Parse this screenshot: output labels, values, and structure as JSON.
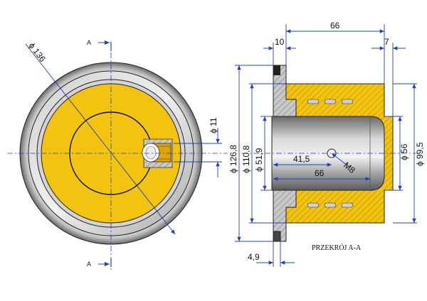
{
  "section_marker": "A",
  "section_caption": "PRZEKRÓJ A-A",
  "front_view": {
    "diameter_label": "ϕ 136",
    "hole_label": "ϕ 11"
  },
  "section_view": {
    "dims": {
      "len_66_top": "66",
      "len_10": "10",
      "len_7": "7",
      "dia_126_8": "ϕ 126,8",
      "dia_110_8": "ϕ 110,8",
      "dia_51_9": "ϕ 51,9",
      "len_41_5": "41,5",
      "len_66_inner": "66",
      "thread": "M8",
      "dia_56": "ϕ 56",
      "dia_99_5": "ϕ 99,5",
      "len_4_9": "4,9"
    }
  },
  "colors": {
    "yellow": "#f2c40f",
    "steel_light": "#d9d9d9",
    "steel_dark": "#6e6e6e",
    "dimension_blue": "#1f3fbf"
  }
}
